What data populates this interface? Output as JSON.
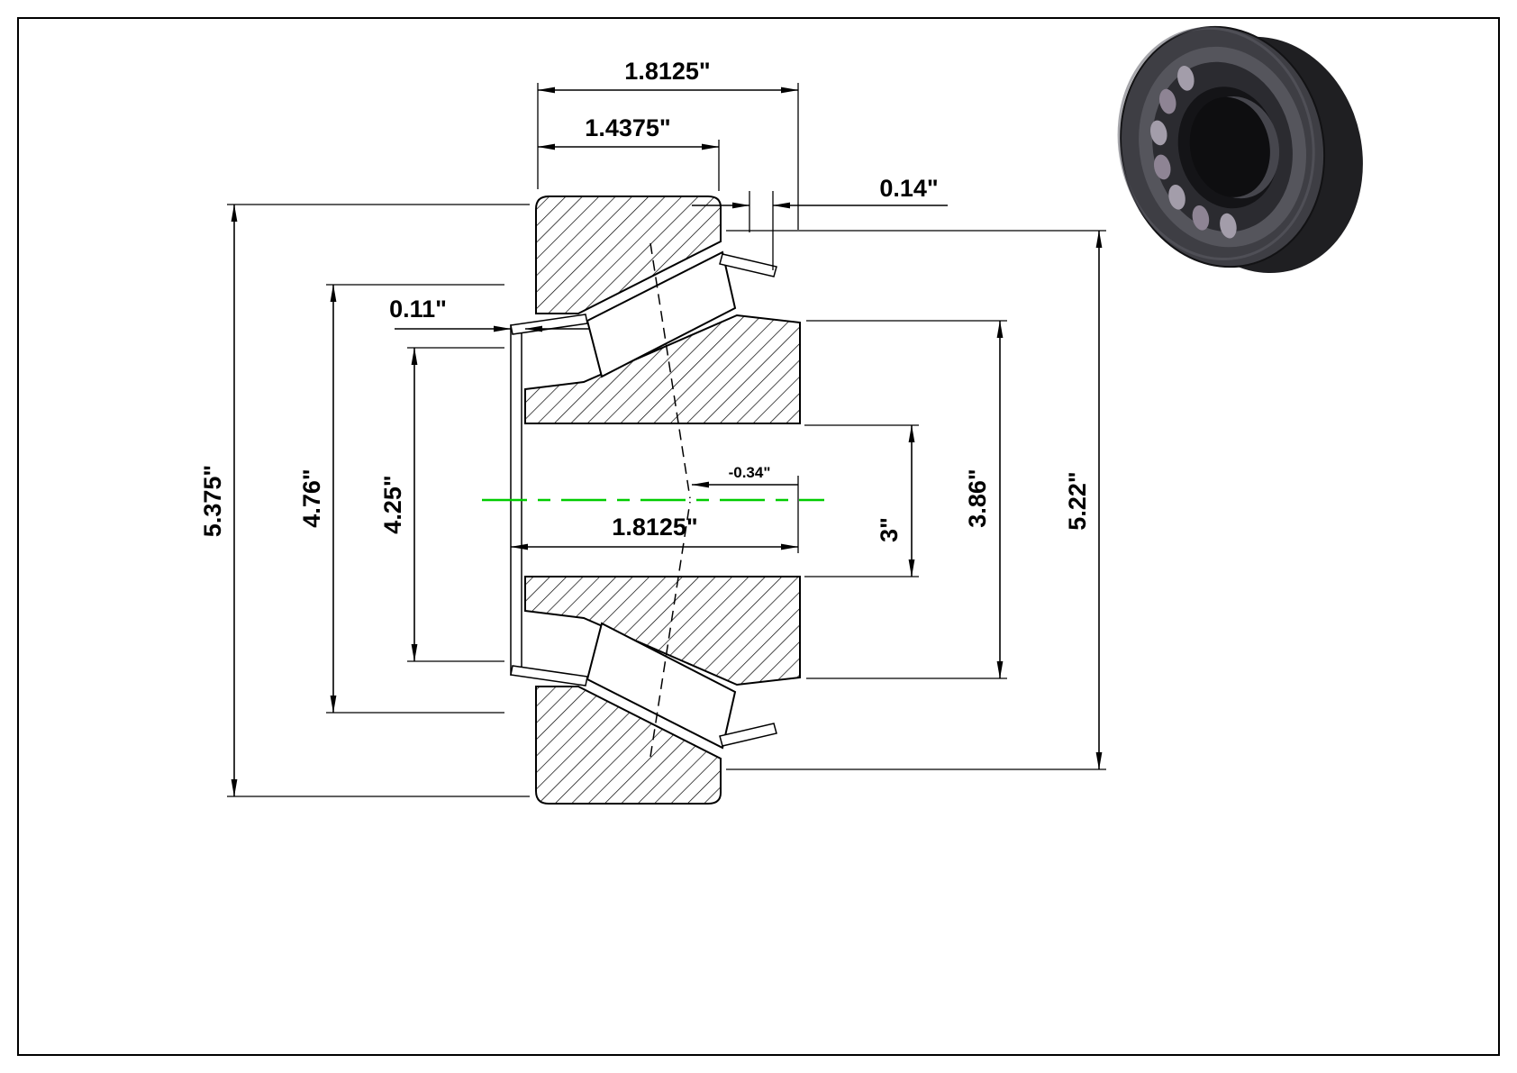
{
  "page": {
    "title": "Tapered Roller Bearing Dimensioned Cross-Section",
    "background_color": "#ffffff",
    "border_color": "#000000",
    "centerline_color": "#00cc00"
  },
  "dimensions": {
    "overall_width_top": "1.8125\"",
    "cup_width": "1.4375\"",
    "back_face_offset": "0.14\"",
    "front_face_offset": "0.11\"",
    "outer_diameter": "5.375\"",
    "diameter_4_76": "4.76\"",
    "diameter_4_25": "4.25\"",
    "effective_center_offset": "-0.34\"",
    "cone_width": "1.8125\"",
    "bore_diameter": "3\"",
    "diameter_3_86": "3.86\"",
    "diameter_5_22": "5.22\""
  }
}
